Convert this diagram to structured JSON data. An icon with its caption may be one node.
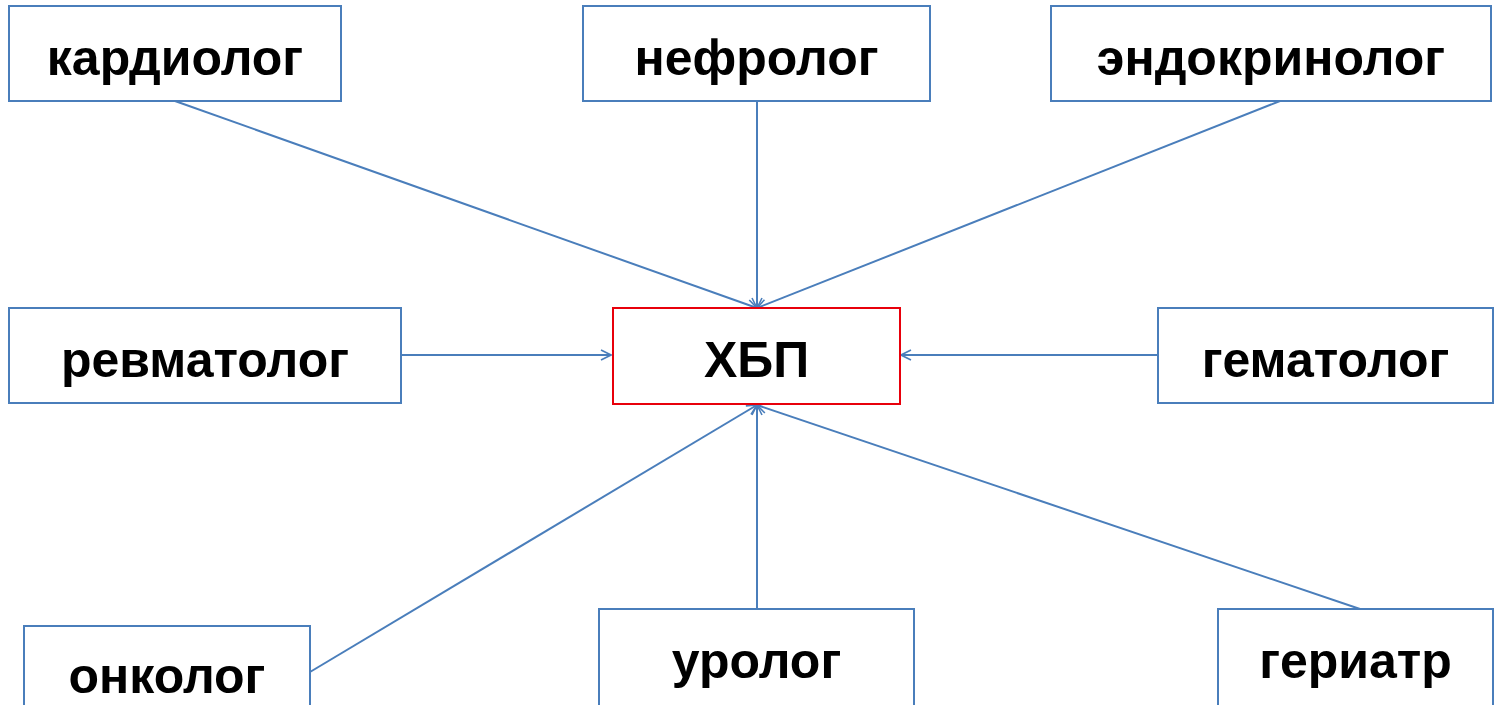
{
  "diagram": {
    "nodes": [
      {
        "text": [
          "кардиолог"
        ]
      },
      {
        "text": [
          "нефролог"
        ]
      },
      {
        "text": [
          "эндокринолог"
        ]
      },
      {
        "text": [
          "ревматолог"
        ]
      },
      {
        "text": [
          "ХБП"
        ]
      },
      {
        "text": [
          "гематолог"
        ]
      },
      {
        "text": [
          "онколог"
        ]
      },
      {
        "text": [
          "уролог"
        ]
      },
      {
        "text": [
          "гериатр"
        ]
      }
    ],
    "edges": [
      {
        "from": 0,
        "to": 4,
        "arrow": "to"
      },
      {
        "from": 1,
        "to": 4,
        "arrow": "to"
      },
      {
        "from": 2,
        "to": 4,
        "arrow": "to"
      },
      {
        "from": 3,
        "to": 4,
        "arrow": "to"
      },
      {
        "from": 5,
        "to": 4,
        "arrow": "to"
      },
      {
        "from": 6,
        "to": 4,
        "arrow": "to"
      },
      {
        "from": 7,
        "to": 4,
        "arrow": "to"
      },
      {
        "from": 8,
        "to": 4,
        "arrow": "to"
      }
    ]
  }
}
